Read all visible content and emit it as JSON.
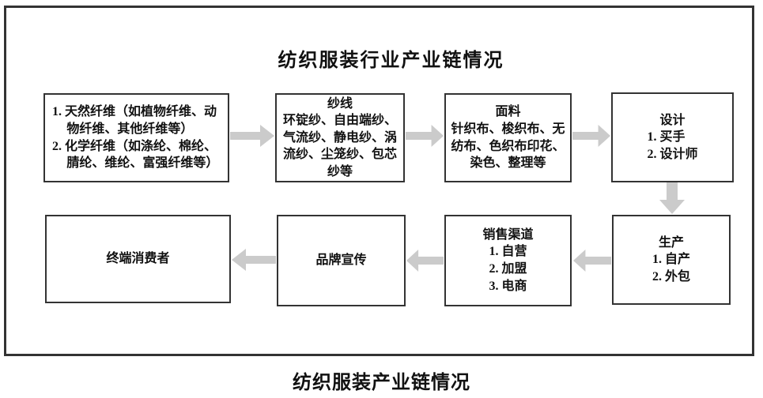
{
  "title": "纺织服装行业产业链情况",
  "caption": "纺织服装产业链情况",
  "colors": {
    "border": "#333333",
    "arrow": "#cbcbcb",
    "text": "#111111",
    "background": "#ffffff"
  },
  "boxes": {
    "fiber": {
      "items": [
        "1. 天然纤维（如植物纤维、动物纤维、其他纤维等）",
        "2. 化学纤维（如涤纶、棉纶、腈纶、维纶、富强纤维等）"
      ]
    },
    "yarn": {
      "title": "纱线",
      "body": "环锭纱、自由端纱、气流纱、静电纱、涡流纱、尘笼纱、包芯纱等"
    },
    "fabric": {
      "title": "面料",
      "body": "针织布、梭织布、无纺布、色织布印花、染色、整理等"
    },
    "design": {
      "title": "设计",
      "items": [
        "1. 买手",
        "2. 设计师"
      ]
    },
    "production": {
      "title": "生产",
      "items": [
        "1. 自产",
        "2. 外包"
      ]
    },
    "sales": {
      "title": "销售渠道",
      "items": [
        "1. 自营",
        "2. 加盟",
        "3. 电商"
      ]
    },
    "brand": {
      "title": "品牌宣传"
    },
    "consumer": {
      "title": "终端消费者"
    }
  },
  "arrows": [
    {
      "from": "fiber",
      "to": "yarn",
      "direction": "right"
    },
    {
      "from": "yarn",
      "to": "fabric",
      "direction": "right"
    },
    {
      "from": "fabric",
      "to": "design",
      "direction": "right"
    },
    {
      "from": "design",
      "to": "production",
      "direction": "down"
    },
    {
      "from": "production",
      "to": "sales",
      "direction": "left"
    },
    {
      "from": "sales",
      "to": "brand",
      "direction": "left"
    },
    {
      "from": "brand",
      "to": "consumer",
      "direction": "left"
    }
  ]
}
